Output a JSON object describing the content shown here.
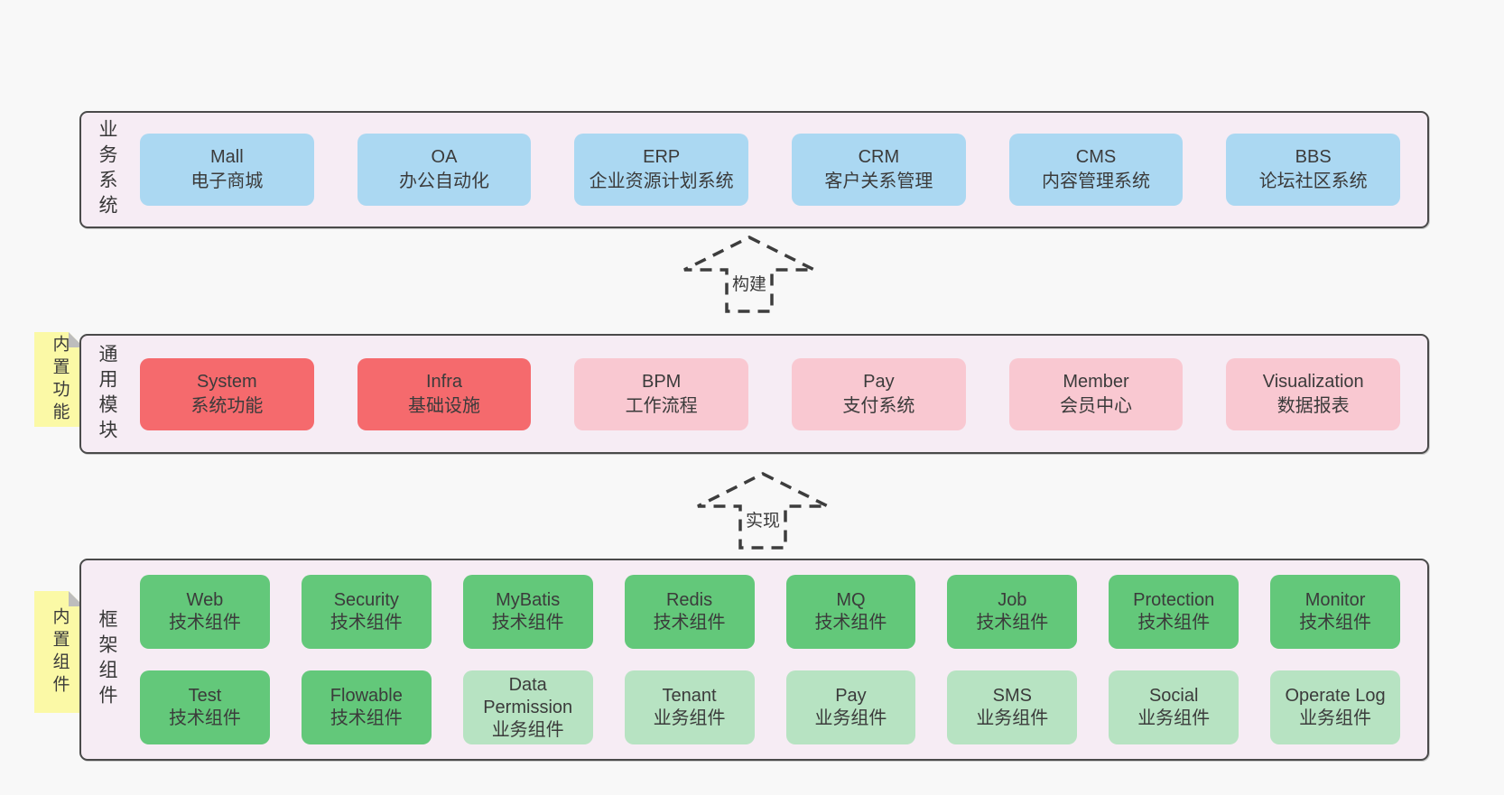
{
  "diagram": {
    "colors": {
      "page_bg": "#f8f8f8",
      "section_bg": "#f6ecf4",
      "border": "#4a4a4a",
      "arrow": "#3d3d3d",
      "text": "#3b3b3b",
      "note_bg": "#fbf9a6",
      "fold": "#bdbdbd",
      "blue": "#abd8f2",
      "red": "#f56a6d",
      "pink": "#f9c8d1",
      "green": "#63c87a",
      "lightgreen": "#b7e3c2"
    },
    "arrows": [
      {
        "label": "构建"
      },
      {
        "label": "实现"
      }
    ],
    "sections": [
      {
        "key": "business",
        "side_label": "业务系统",
        "note": null,
        "rows": [
          [
            {
              "title": "Mall",
              "subtitle": "电子商城",
              "variant": "blue"
            },
            {
              "title": "OA",
              "subtitle": "办公自动化",
              "variant": "blue"
            },
            {
              "title": "ERP",
              "subtitle": "企业资源计划系统",
              "variant": "blue"
            },
            {
              "title": "CRM",
              "subtitle": "客户关系管理",
              "variant": "blue"
            },
            {
              "title": "CMS",
              "subtitle": "内容管理系统",
              "variant": "blue"
            },
            {
              "title": "BBS",
              "subtitle": "论坛社区系统",
              "variant": "blue"
            }
          ]
        ]
      },
      {
        "key": "common",
        "side_label": "通用模块",
        "note": "内置功能",
        "rows": [
          [
            {
              "title": "System",
              "subtitle": "系统功能",
              "variant": "red"
            },
            {
              "title": "Infra",
              "subtitle": "基础设施",
              "variant": "red"
            },
            {
              "title": "BPM",
              "subtitle": "工作流程",
              "variant": "pink"
            },
            {
              "title": "Pay",
              "subtitle": "支付系统",
              "variant": "pink"
            },
            {
              "title": "Member",
              "subtitle": "会员中心",
              "variant": "pink"
            },
            {
              "title": "Visualization",
              "subtitle": "数据报表",
              "variant": "pink"
            }
          ]
        ]
      },
      {
        "key": "framework",
        "side_label": "框架组件",
        "note": "内置组件",
        "rows": [
          [
            {
              "title": "Web",
              "subtitle": "技术组件",
              "variant": "green"
            },
            {
              "title": "Security",
              "subtitle": "技术组件",
              "variant": "green"
            },
            {
              "title": "MyBatis",
              "subtitle": "技术组件",
              "variant": "green"
            },
            {
              "title": "Redis",
              "subtitle": "技术组件",
              "variant": "green"
            },
            {
              "title": "MQ",
              "subtitle": "技术组件",
              "variant": "green"
            },
            {
              "title": "Job",
              "subtitle": "技术组件",
              "variant": "green"
            },
            {
              "title": "Protection",
              "subtitle": "技术组件",
              "variant": "green"
            },
            {
              "title": "Monitor",
              "subtitle": "技术组件",
              "variant": "green"
            }
          ],
          [
            {
              "title": "Test",
              "subtitle": "技术组件",
              "variant": "green"
            },
            {
              "title": "Flowable",
              "subtitle": "技术组件",
              "variant": "green"
            },
            {
              "title": "Data Permission",
              "subtitle": "业务组件",
              "variant": "lightgreen"
            },
            {
              "title": "Tenant",
              "subtitle": "业务组件",
              "variant": "lightgreen"
            },
            {
              "title": "Pay",
              "subtitle": "业务组件",
              "variant": "lightgreen"
            },
            {
              "title": "SMS",
              "subtitle": "业务组件",
              "variant": "lightgreen"
            },
            {
              "title": "Social",
              "subtitle": "业务组件",
              "variant": "lightgreen"
            },
            {
              "title": "Operate Log",
              "subtitle": "业务组件",
              "variant": "lightgreen"
            }
          ]
        ]
      }
    ]
  }
}
